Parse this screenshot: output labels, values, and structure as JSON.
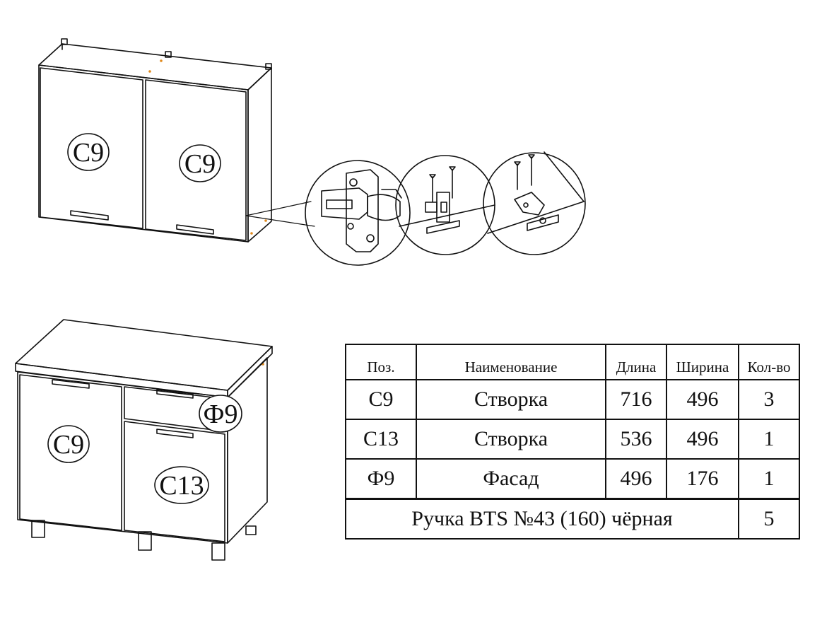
{
  "callouts": {
    "upper_left": "С9",
    "upper_right": "С9",
    "lower_left": "С9",
    "lower_drawer": "Ф9",
    "lower_right": "С13"
  },
  "table": {
    "headers": [
      "Поз.",
      "Наименование",
      "Длина",
      "Ширина",
      "Кол-во"
    ],
    "rows": [
      [
        "С9",
        "Створка",
        "716",
        "496",
        "3"
      ],
      [
        "С13",
        "Створка",
        "536",
        "496",
        "1"
      ],
      [
        "Ф9",
        "Фасад",
        "496",
        "176",
        "1"
      ]
    ],
    "footer": {
      "label": "Ручка BTS №43 (160) чёрная",
      "qty": "5"
    }
  },
  "colors": {
    "line": "#111111",
    "accent": "#e08a1e"
  },
  "icons": [
    "hinge-detail-icon",
    "mounting-plate-detail-icon",
    "hinge-assembly-detail-icon"
  ]
}
